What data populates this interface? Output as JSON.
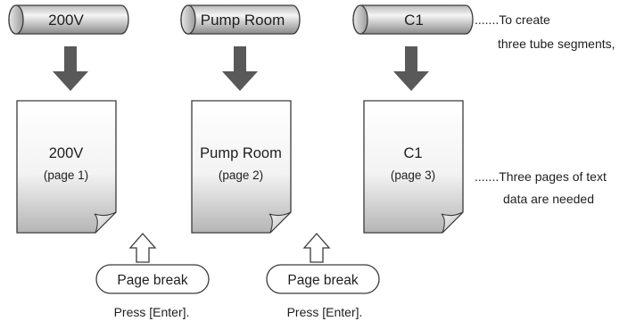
{
  "tubes": [
    {
      "label": "200V"
    },
    {
      "label": "Pump Room"
    },
    {
      "label": "C1"
    }
  ],
  "pages": [
    {
      "title": "200V",
      "sub": "(page 1)"
    },
    {
      "title": "Pump Room",
      "sub": "(page 2)"
    },
    {
      "title": "C1",
      "sub": "(page 3)"
    }
  ],
  "notes": {
    "tubes_line1": ".......To create",
    "tubes_line2": "three tube segments,",
    "pages_line1": ".......Three pages of text",
    "pages_line2": "data are needed"
  },
  "breaks": [
    {
      "button": "Page break",
      "press": "Press [Enter]."
    },
    {
      "button": "Page break",
      "press": "Press [Enter]."
    }
  ],
  "colors": {
    "arrow": "#595959",
    "outline": "#3a3a3a",
    "tube_light": "#f4f4f4",
    "tube_dark": "#8c8c8c",
    "page_bottom": "#b8b8b8"
  }
}
